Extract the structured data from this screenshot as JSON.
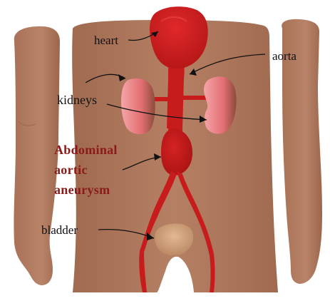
{
  "labels": {
    "heart": "heart",
    "aorta": "aorta",
    "kidneys": "kidneys",
    "aaa_line1": "Abdominal",
    "aaa_line2": "aortic",
    "aaa_line3": "aneurysm",
    "bladder": "bladder"
  },
  "colors": {
    "skin": "#b07a5e",
    "skin_shadow": "#95624a",
    "artery": "#c81c1c",
    "artery_dark": "#a01010",
    "kidney": "#e8888a",
    "bladder": "#d4a57e",
    "aaa_label": "#8b1a1a"
  }
}
